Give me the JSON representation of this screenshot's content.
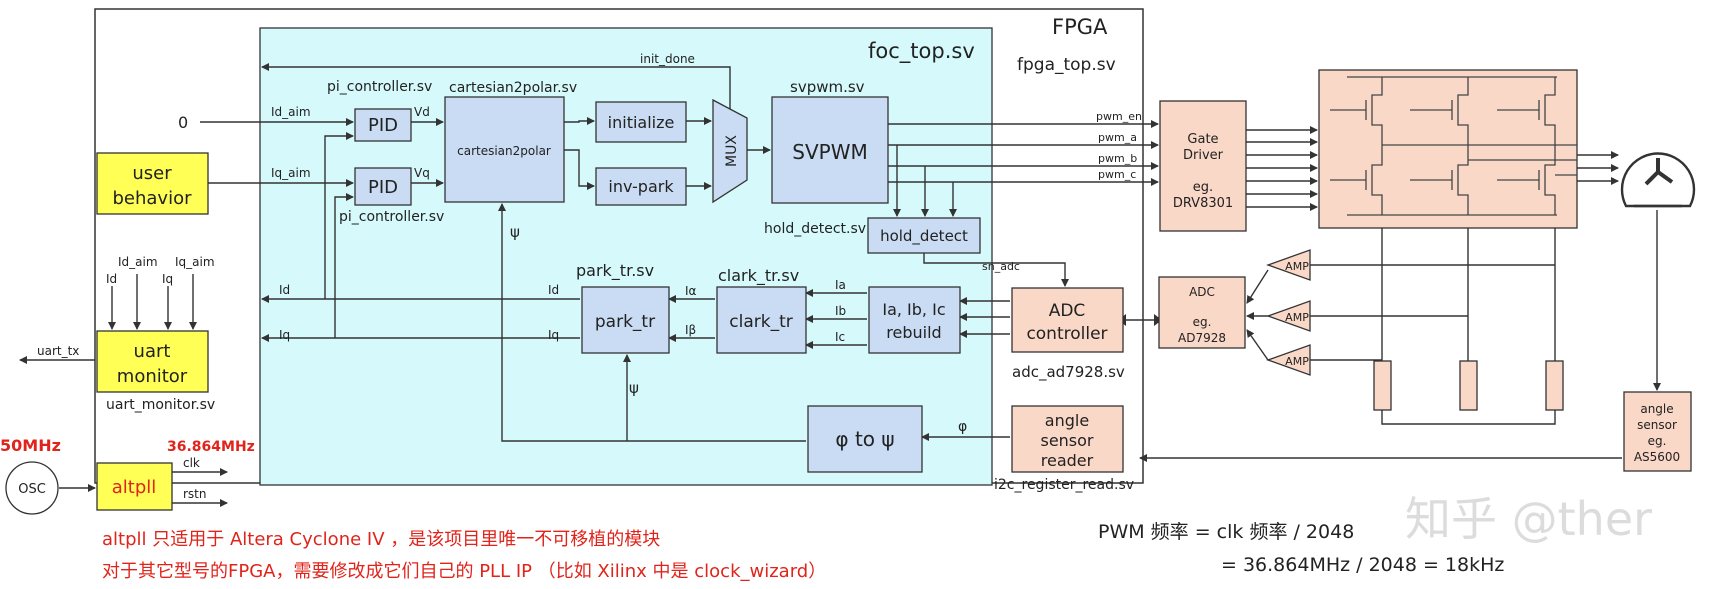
{
  "regions": {
    "fpga_label": "FPGA",
    "fpga_top_file": "fpga_top.sv",
    "foc_top_file": "foc_top.sv"
  },
  "blocks": {
    "pid": "PID",
    "cartesian2polar": "cartesian2polar",
    "initialize": "initialize",
    "inv_park": "inv-park",
    "mux": "MUX",
    "svpwm": "SVPWM",
    "hold_detect": "hold_detect",
    "park_tr": "park_tr",
    "clark_tr": "clark_tr",
    "rebuild_l1": "Ia, Ib, Ic",
    "rebuild_l2": "rebuild",
    "phi_to_psi": "φ to ψ",
    "adc_ctrl_l1": "ADC",
    "adc_ctrl_l2": "controller",
    "angle_reader_l1": "angle",
    "angle_reader_l2": "sensor",
    "angle_reader_l3": "reader",
    "user_behavior_l1": "user",
    "user_behavior_l2": "behavior",
    "uart_monitor_l1": "uart",
    "uart_monitor_l2": "monitor",
    "altpll": "altpll",
    "osc": "OSC",
    "gate_driver_l1": "Gate",
    "gate_driver_l2": "Driver",
    "gate_driver_l3": "eg.",
    "gate_driver_l4": "DRV8301",
    "adc_chip_l1": "ADC",
    "adc_chip_l2": "eg.",
    "adc_chip_l3": "AD7928",
    "amp": "AMP",
    "angle_sensor_l1": "angle",
    "angle_sensor_l2": "sensor",
    "angle_sensor_l3": "eg.",
    "angle_sensor_l4": "AS5600"
  },
  "files": {
    "pi_controller": "pi_controller.sv",
    "cartesian2polar": "cartesian2polar.sv",
    "svpwm": "svpwm.sv",
    "hold_detect": "hold_detect.sv",
    "park_tr": "park_tr.sv",
    "clark_tr": "clark_tr.sv",
    "adc_ad7928": "adc_ad7928.sv",
    "i2c_register_read": "i2c_register_read.sv",
    "uart_monitor": "uart_monitor.sv"
  },
  "signals": {
    "init_done": "init_done",
    "zero": "0",
    "id_aim": "Id_aim",
    "iq_aim": "Iq_aim",
    "vd": "Vd",
    "vq": "Vq",
    "psi": "ψ",
    "phi": "φ",
    "pwm_en": "pwm_en",
    "pwm_a": "pwm_a",
    "pwm_b": "pwm_b",
    "pwm_c": "pwm_c",
    "sn_adc": "sn_adc",
    "id": "Id",
    "iq": "Iq",
    "i_alpha": "Iα",
    "i_beta": "Iβ",
    "ia": "Ia",
    "ib": "Ib",
    "ic": "Ic",
    "uart_tx": "uart_tx",
    "clk": "clk",
    "rstn": "rstn"
  },
  "clocks": {
    "osc_freq": "50MHz",
    "pll_freq": "36.864MHz"
  },
  "notes": {
    "line1": "altpll 只适用于 Altera Cyclone IV ，是该项目里唯一不可移植的模块",
    "line2": "对于其它型号的FPGA，需要修改成它们自己的 PLL IP （比如 Xilinx 中是 clock_wizard）",
    "pwm_formula_1": "PWM 频率 = clk 频率 / 2048",
    "pwm_formula_2": "= 36.864MHz / 2048 = 18kHz",
    "watermark": "知乎 @ther"
  },
  "colors": {
    "foc_region": "#d6fafc",
    "block": "#c9dcf3",
    "user_block": "#ffff55",
    "external": "#fad8c8",
    "annotation_red": "#e0241b"
  }
}
